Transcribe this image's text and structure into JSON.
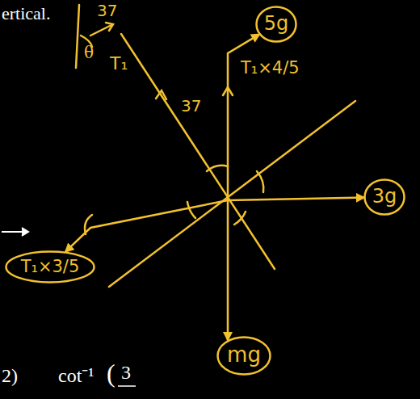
{
  "diagram": {
    "nodes": [
      {
        "text": [
          "5g"
        ]
      },
      {
        "text": [
          "3g"
        ]
      },
      {
        "text": [
          "T₁×3/5"
        ]
      },
      {
        "text": [
          "mg"
        ]
      }
    ],
    "edges": [
      {
        "from": 0,
        "to": 3,
        "arrow": "both"
      },
      {
        "from": 2,
        "to": 1,
        "arrow": "both"
      }
    ],
    "labels": [
      "ertical.",
      "37",
      "θ",
      "T₁",
      "37",
      "T₁×4/5",
      "2)",
      "cot⁻¹",
      "(",
      "3"
    ]
  }
}
